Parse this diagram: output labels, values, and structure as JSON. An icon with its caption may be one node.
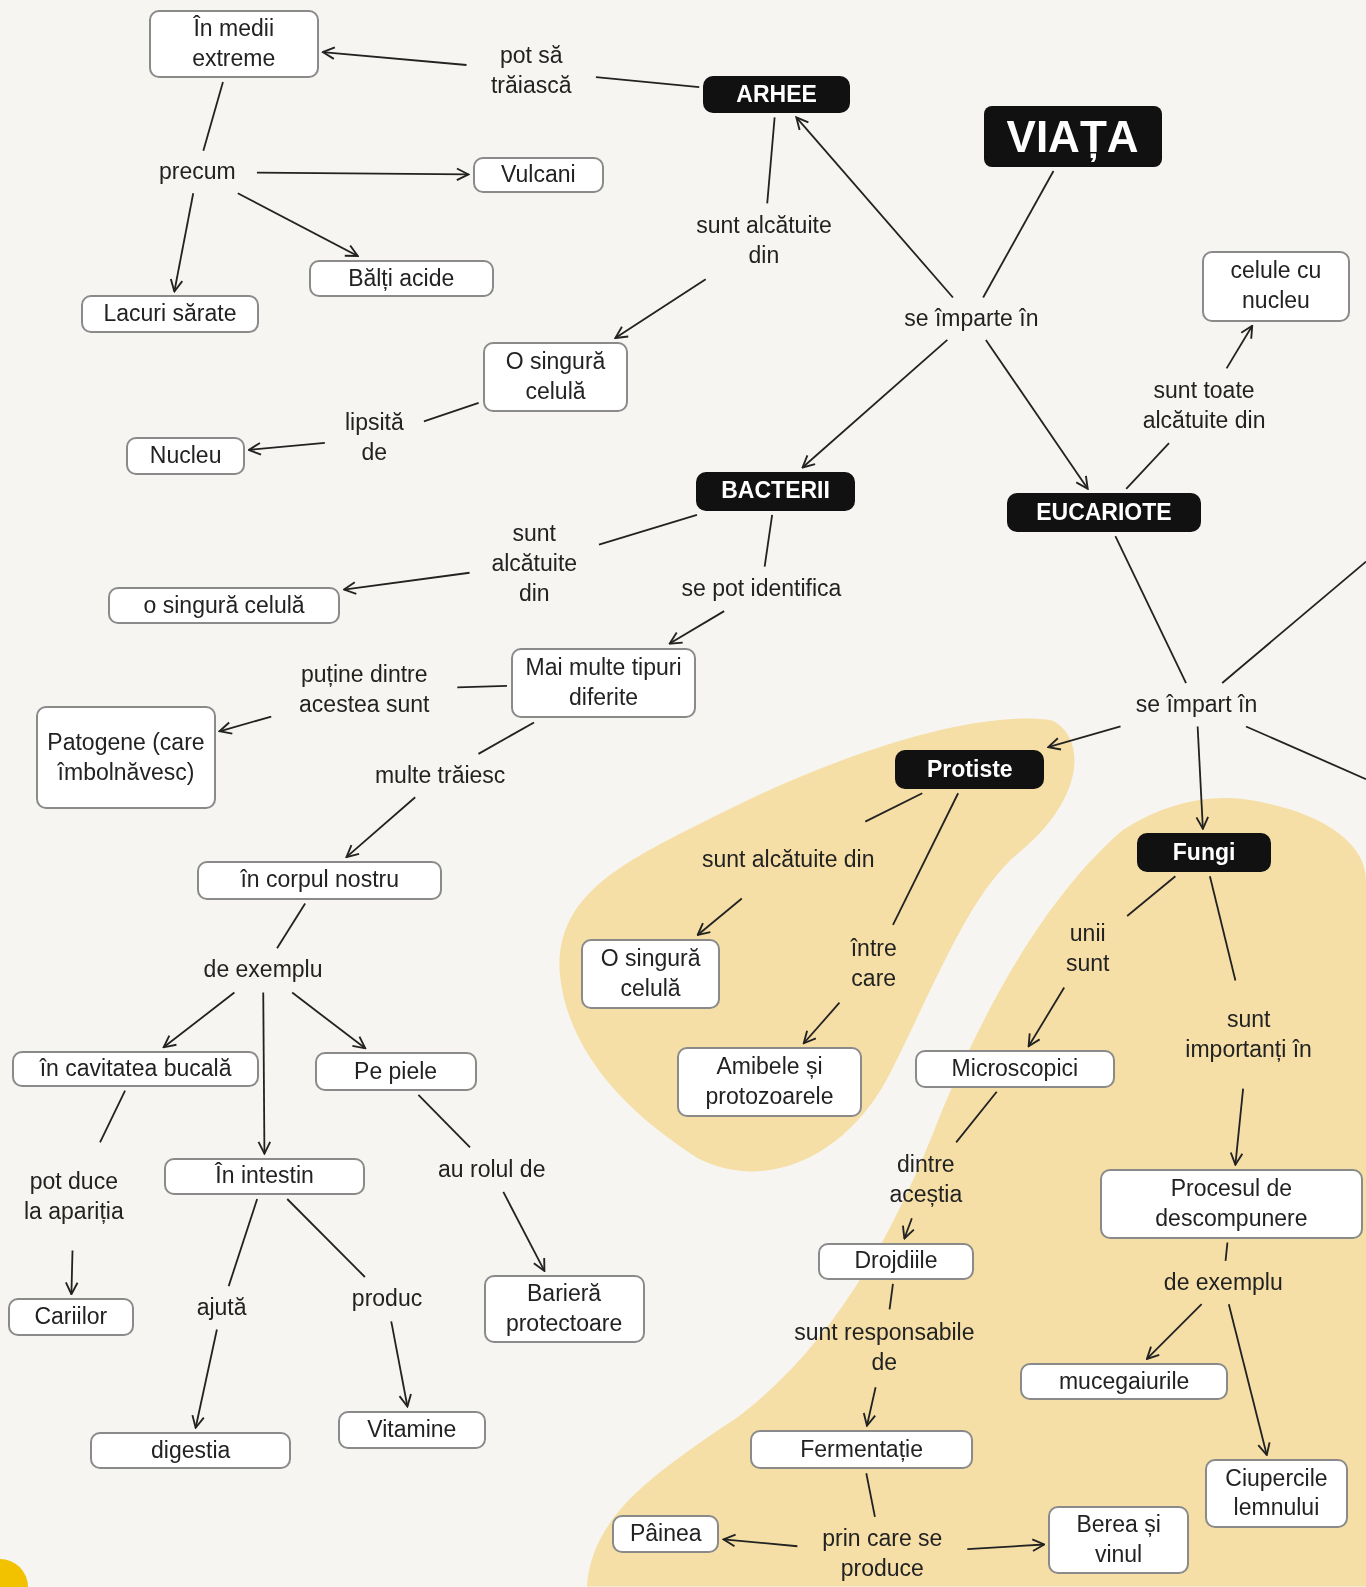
{
  "diagram": {
    "nodes": [
      {
        "text": [
          "În medii extreme"
        ]
      },
      {
        "text": [
          "pot să trăiască"
        ]
      },
      {
        "text": [
          "ARHEE"
        ]
      },
      {
        "text": [
          "VIAȚA"
        ]
      },
      {
        "text": [
          "precum"
        ]
      },
      {
        "text": [
          "Vulcani"
        ]
      },
      {
        "text": [
          "Bălți acide"
        ]
      },
      {
        "text": [
          "Lacuri sărate"
        ]
      },
      {
        "text": [
          "sunt alcătuite din"
        ]
      },
      {
        "text": [
          "O singură celulă"
        ]
      },
      {
        "text": [
          "lipsită de"
        ]
      },
      {
        "text": [
          "Nucleu"
        ]
      },
      {
        "text": [
          "se împarte în"
        ]
      },
      {
        "text": [
          "celule cu nucleu"
        ]
      },
      {
        "text": [
          "sunt toate alcătuite din"
        ]
      },
      {
        "text": [
          "BACTERII"
        ]
      },
      {
        "text": [
          "EUCARIOTE"
        ]
      },
      {
        "text": [
          "sunt alcătuite din"
        ]
      },
      {
        "text": [
          "o singură celulă"
        ]
      },
      {
        "text": [
          "se pot identifica"
        ]
      },
      {
        "text": [
          "Mai multe tipuri diferite"
        ]
      },
      {
        "text": [
          "puține dintre acestea sunt"
        ]
      },
      {
        "text": [
          "Patogene (care îmbolnăvesc)"
        ]
      },
      {
        "text": [
          "multe trăiesc"
        ]
      },
      {
        "text": [
          "se împart în"
        ]
      },
      {
        "text": [
          "Protiste"
        ]
      },
      {
        "text": [
          "Fungi"
        ]
      },
      {
        "text": [
          "în corpul nostru"
        ]
      },
      {
        "text": [
          "sunt alcătuite din"
        ]
      },
      {
        "text": [
          "între care"
        ]
      },
      {
        "text": [
          "unii sunt"
        ]
      },
      {
        "text": [
          "sunt importanți în"
        ]
      },
      {
        "text": [
          "O singură celulă"
        ]
      },
      {
        "text": [
          "de exemplu"
        ]
      },
      {
        "text": [
          "Amibele și protozoarele"
        ]
      },
      {
        "text": [
          "Microscopici"
        ]
      },
      {
        "text": [
          "în cavitatea bucală"
        ]
      },
      {
        "text": [
          "Pe piele"
        ]
      },
      {
        "text": [
          "pot duce la apariția"
        ]
      },
      {
        "text": [
          "În intestin"
        ]
      },
      {
        "text": [
          "au rolul de"
        ]
      },
      {
        "text": [
          "dintre aceștia"
        ]
      },
      {
        "text": [
          "Procesul de descompunere"
        ]
      },
      {
        "text": [
          "Drojdiile"
        ]
      },
      {
        "text": [
          "de exemplu"
        ]
      },
      {
        "text": [
          "Cariilor"
        ]
      },
      {
        "text": [
          "ajută"
        ]
      },
      {
        "text": [
          "produc"
        ]
      },
      {
        "text": [
          "Barieră protectoare"
        ]
      },
      {
        "text": [
          "sunt responsabile de"
        ]
      },
      {
        "text": [
          "mucegaiurile"
        ]
      },
      {
        "text": [
          "Vitamine"
        ]
      },
      {
        "text": [
          "digestia"
        ]
      },
      {
        "text": [
          "Fermentație"
        ]
      },
      {
        "text": [
          "Ciupercile lemnului"
        ]
      },
      {
        "text": [
          "Pâinea"
        ]
      },
      {
        "text": [
          "prin care se produce"
        ]
      },
      {
        "text": [
          "Berea și vinul"
        ]
      }
    ],
    "edges": [
      {
        "from": 3,
        "to": 12,
        "arrow": "none"
      },
      {
        "from": 12,
        "to": 2,
        "arrow": "to"
      },
      {
        "from": 12,
        "to": 15,
        "arrow": "to"
      },
      {
        "from": 12,
        "to": 16,
        "arrow": "to"
      },
      {
        "from": 2,
        "to": 1,
        "arrow": "none"
      },
      {
        "from": 1,
        "to": 0,
        "arrow": "to"
      },
      {
        "from": 0,
        "to": 4,
        "arrow": "none"
      },
      {
        "from": 4,
        "to": 5,
        "arrow": "to"
      },
      {
        "from": 4,
        "to": 6,
        "arrow": "to"
      },
      {
        "from": 4,
        "to": 7,
        "arrow": "to"
      },
      {
        "from": 2,
        "to": 8,
        "arrow": "none"
      },
      {
        "from": 8,
        "to": 9,
        "arrow": "to"
      },
      {
        "from": 9,
        "to": 10,
        "arrow": "none"
      },
      {
        "from": 10,
        "to": 11,
        "arrow": "to"
      },
      {
        "from": 16,
        "to": 14,
        "arrow": "none"
      },
      {
        "from": 14,
        "to": 13,
        "arrow": "to"
      },
      {
        "from": 15,
        "to": 17,
        "arrow": "none"
      },
      {
        "from": 17,
        "to": 18,
        "arrow": "to"
      },
      {
        "from": 15,
        "to": 19,
        "arrow": "none"
      },
      {
        "from": 19,
        "to": 20,
        "arrow": "to"
      },
      {
        "from": 20,
        "to": 21,
        "arrow": "none"
      },
      {
        "from": 21,
        "to": 22,
        "arrow": "to"
      },
      {
        "from": 20,
        "to": 23,
        "arrow": "none"
      },
      {
        "from": 23,
        "to": 27,
        "arrow": "to"
      },
      {
        "from": 16,
        "to": 24,
        "arrow": "none"
      },
      {
        "from": 24,
        "to": 25,
        "arrow": "to"
      },
      {
        "from": 24,
        "to": 26,
        "arrow": "to"
      },
      {
        "from": 24,
        "to": null,
        "arrow": "none"
      },
      {
        "from": 24,
        "to": null,
        "arrow": "none"
      },
      {
        "from": 25,
        "to": 28,
        "arrow": "none"
      },
      {
        "from": 28,
        "to": 32,
        "arrow": "to"
      },
      {
        "from": 25,
        "to": 29,
        "arrow": "none"
      },
      {
        "from": 29,
        "to": 34,
        "arrow": "to"
      },
      {
        "from": 26,
        "to": 30,
        "arrow": "none"
      },
      {
        "from": 30,
        "to": 35,
        "arrow": "to"
      },
      {
        "from": 26,
        "to": 31,
        "arrow": "none"
      },
      {
        "from": 31,
        "to": 42,
        "arrow": "to"
      },
      {
        "from": 27,
        "to": 33,
        "arrow": "none"
      },
      {
        "from": 33,
        "to": 36,
        "arrow": "to"
      },
      {
        "from": 33,
        "to": 39,
        "arrow": "to"
      },
      {
        "from": 33,
        "to": 37,
        "arrow": "to"
      },
      {
        "from": 36,
        "to": 38,
        "arrow": "none"
      },
      {
        "from": 38,
        "to": 45,
        "arrow": "to"
      },
      {
        "from": 37,
        "to": 40,
        "arrow": "none"
      },
      {
        "from": 40,
        "to": 48,
        "arrow": "to"
      },
      {
        "from": 39,
        "to": 46,
        "arrow": "none"
      },
      {
        "from": 46,
        "to": 52,
        "arrow": "to"
      },
      {
        "from": 39,
        "to": 47,
        "arrow": "none"
      },
      {
        "from": 47,
        "to": 51,
        "arrow": "to"
      },
      {
        "from": 35,
        "to": 41,
        "arrow": "none"
      },
      {
        "from": 41,
        "to": 43,
        "arrow": "to"
      },
      {
        "from": 43,
        "to": 49,
        "arrow": "none"
      },
      {
        "from": 49,
        "to": 53,
        "arrow": "to"
      },
      {
        "from": 42,
        "to": 44,
        "arrow": "none"
      },
      {
        "from": 44,
        "to": 50,
        "arrow": "to"
      },
      {
        "from": 44,
        "to": 54,
        "arrow": "to"
      },
      {
        "from": 53,
        "to": 56,
        "arrow": "none"
      },
      {
        "from": 56,
        "to": 55,
        "arrow": "to"
      },
      {
        "from": 56,
        "to": 57,
        "arrow": "to"
      }
    ]
  }
}
